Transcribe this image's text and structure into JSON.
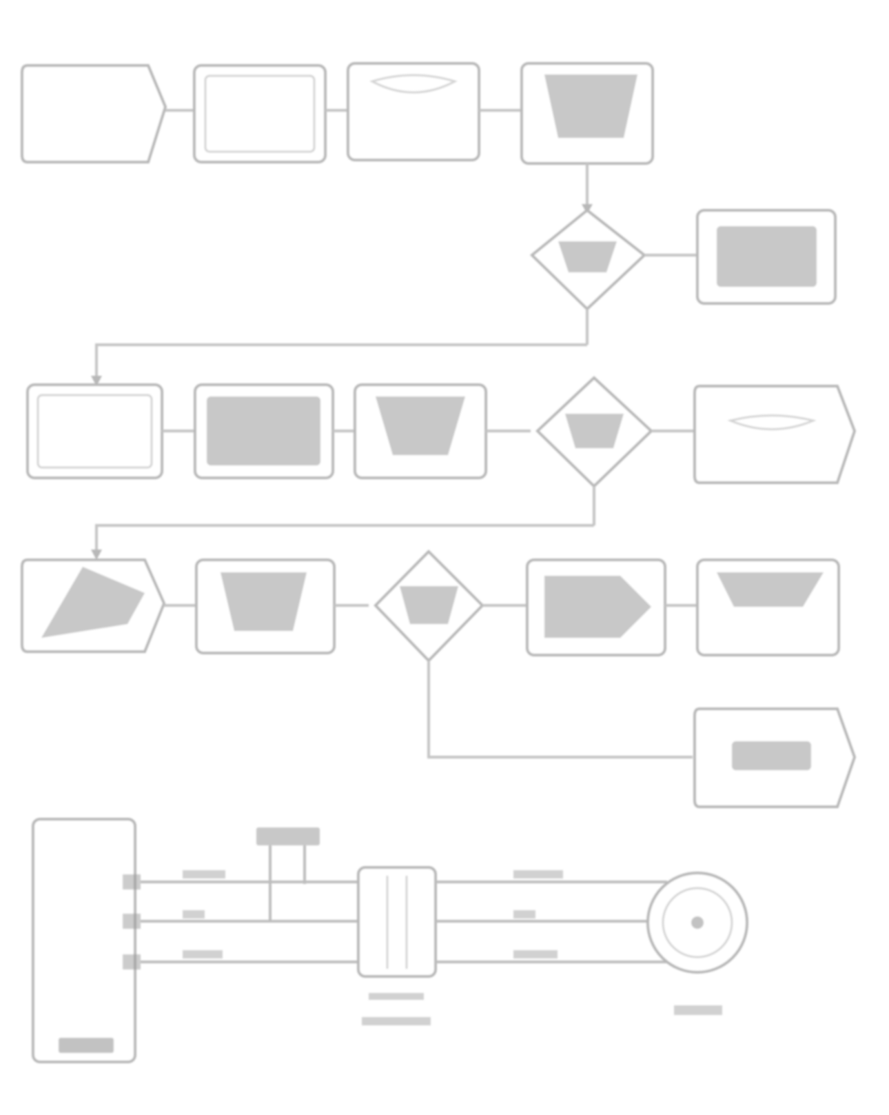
{
  "diagram": {
    "row1": [
      {
        "id": "start",
        "kind": "terminal",
        "lines": []
      },
      {
        "id": "b1",
        "kind": "process",
        "lines": []
      },
      {
        "id": "b2",
        "kind": "process",
        "lines": []
      },
      {
        "id": "b3",
        "kind": "process",
        "lines": []
      }
    ],
    "decision1": {
      "lines": [],
      "yes_label": "",
      "no_label": ""
    },
    "result1": {
      "lines": []
    },
    "row2": [
      {
        "id": "b4",
        "kind": "process",
        "lines": []
      },
      {
        "id": "b5",
        "kind": "process",
        "lines": []
      },
      {
        "id": "b6",
        "kind": "process",
        "lines": []
      }
    ],
    "decision2": {
      "lines": [],
      "yes_label": "",
      "no_label": ""
    },
    "result2": {
      "kind": "terminal",
      "lines": []
    },
    "row3": [
      {
        "id": "b7",
        "kind": "terminal",
        "lines": []
      },
      {
        "id": "b8",
        "kind": "process",
        "lines": []
      }
    ],
    "decision3": {
      "lines": [],
      "yes_label": "",
      "no_label": ""
    },
    "result3a": {
      "lines": []
    },
    "result3b": {
      "lines": []
    },
    "end": {
      "kind": "terminal",
      "lines": []
    },
    "wiring": {
      "module_label": "",
      "connector_label": "",
      "connector_caption": "",
      "sensor_label": "",
      "wires_left": [
        "",
        "",
        ""
      ],
      "wires_right": [
        "",
        "",
        ""
      ]
    }
  }
}
